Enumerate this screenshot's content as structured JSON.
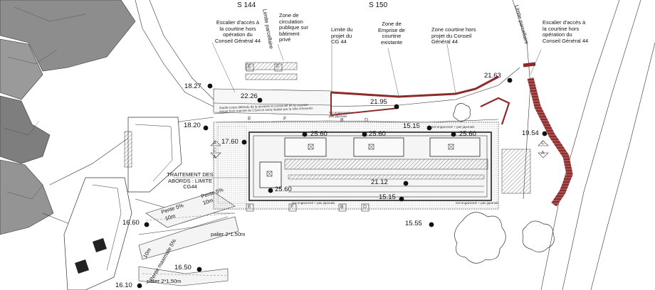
{
  "sections": {
    "s144": "S 144",
    "s150": "S 150"
  },
  "labels": {
    "limite_parcellaire_left": "Limite parcellaire",
    "limite_parcellaire_right": "Limite parcellaire",
    "escalier_left": [
      "Escalier d'accès à",
      "la courtine hors",
      "opération du",
      "Conseil Général 44"
    ],
    "zone_circulation": [
      "Zone de",
      "circulation",
      "publique sur",
      "bâtiment",
      "privé"
    ],
    "limite_projet": [
      "Limite du",
      "projet du",
      "CG 44"
    ],
    "zone_emprise": [
      "Zone de",
      "Emprise de",
      "courtine",
      "existante"
    ],
    "zone_courtine": [
      "Zone courtine hors",
      "projet du Conseil",
      "Général 44"
    ],
    "escalier_right": [
      "Escalier d'accès à",
      "la courtine hors",
      "opération du",
      "Conseil Général 44"
    ],
    "traitement": [
      "TRAITEMENT DES",
      "ABORDS : LIMITE",
      "CG44"
    ],
    "garde_corps": [
      "Garde-corps défendu de la terrasse et continuité de la courtine",
      "seront hors marché du CG44 et seria réalisé par la Ville d'Ancenis"
    ],
    "sol_top": [
      "Sol engazonné +",
      "pas japonais"
    ],
    "sol_right": "Sol engazonné + pas japonais",
    "sol_bottom_left": "Sol engazonné + pas japonais",
    "sol_bottom_right": "Sol engazonné + pas japonais"
  },
  "slopes": {
    "pente_5_a": "Pente 5%",
    "len_10m_a": "10m",
    "pente_5_b": "Pente 5%",
    "len_10m_b": "10m",
    "palier_a": "palier 2*1,50m",
    "pente_5_c": "Pente maximale 5%",
    "len_10m_c": "10m",
    "palier_b": "palier 2*1,50m"
  },
  "elevations": {
    "e1": "18.27",
    "e2": "22.26",
    "e3": "18.20",
    "e4": "17.60",
    "e5": "25.60",
    "e6": "25.60",
    "e7": "21.95",
    "e8": "15.15",
    "e9": "25.60",
    "e10": "21.63",
    "e11": "19.54",
    "e12": "21.12",
    "e13": "25.60",
    "e14": "15.15",
    "e15": "15.55",
    "e16": "16.60",
    "e17": "16.50",
    "e18": "16.10"
  },
  "section_marks": {
    "a_left_1": "A",
    "c_left_1": "C",
    "a_left_2": "A",
    "c_right_1": "C",
    "a_right_1": "A",
    "e_top": "E",
    "f_top": "F",
    "f_top_2": "F",
    "e_top_2": "E",
    "d_top": "D",
    "b_top": "B",
    "e_bot": "E",
    "f_bot": "F",
    "b_bot": "B",
    "d_bot": "D"
  },
  "colors": {
    "courtine": "#8e2a2a",
    "hatch": "#555555",
    "line": "#222222"
  }
}
